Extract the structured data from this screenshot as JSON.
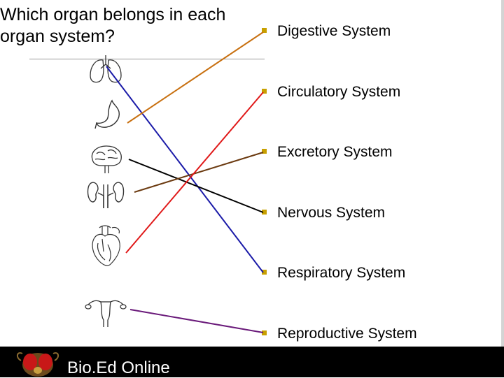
{
  "title": {
    "line1": "Which organ belongs in each",
    "line2": "organ system?"
  },
  "systems": [
    {
      "label": "Digestive System"
    },
    {
      "label": "Circulatory System"
    },
    {
      "label": "Excretory System"
    },
    {
      "label": "Nervous System"
    },
    {
      "label": "Respiratory System"
    },
    {
      "label": "Reproductive System"
    }
  ],
  "organs": [
    {
      "icon": "lungs-icon"
    },
    {
      "icon": "stomach-icon"
    },
    {
      "icon": "brain-icon"
    },
    {
      "icon": "kidneys-icon"
    },
    {
      "icon": "heart-icon"
    },
    {
      "icon": "uterus-icon"
    }
  ],
  "matches": [
    {
      "organ": "lungs-icon",
      "system": "Respiratory System",
      "color": "#1a1aa8"
    },
    {
      "organ": "stomach-icon",
      "system": "Digestive System",
      "color": "#c87010"
    },
    {
      "organ": "brain-icon",
      "system": "Nervous System",
      "color": "#000000"
    },
    {
      "organ": "kidneys-icon",
      "system": "Excretory System",
      "color": "#6b3a10"
    },
    {
      "organ": "heart-icon",
      "system": "Circulatory System",
      "color": "#e01818"
    },
    {
      "organ": "uterus-icon",
      "system": "Reproductive System",
      "color": "#6a1a7a"
    }
  ],
  "colors": {
    "bullet": "#c8a000",
    "footer_bg": "#000000",
    "footer_text": "#ffffff"
  },
  "footer": {
    "brand": "Bio.Ed Online",
    "logo_icon": "fly-icon"
  }
}
